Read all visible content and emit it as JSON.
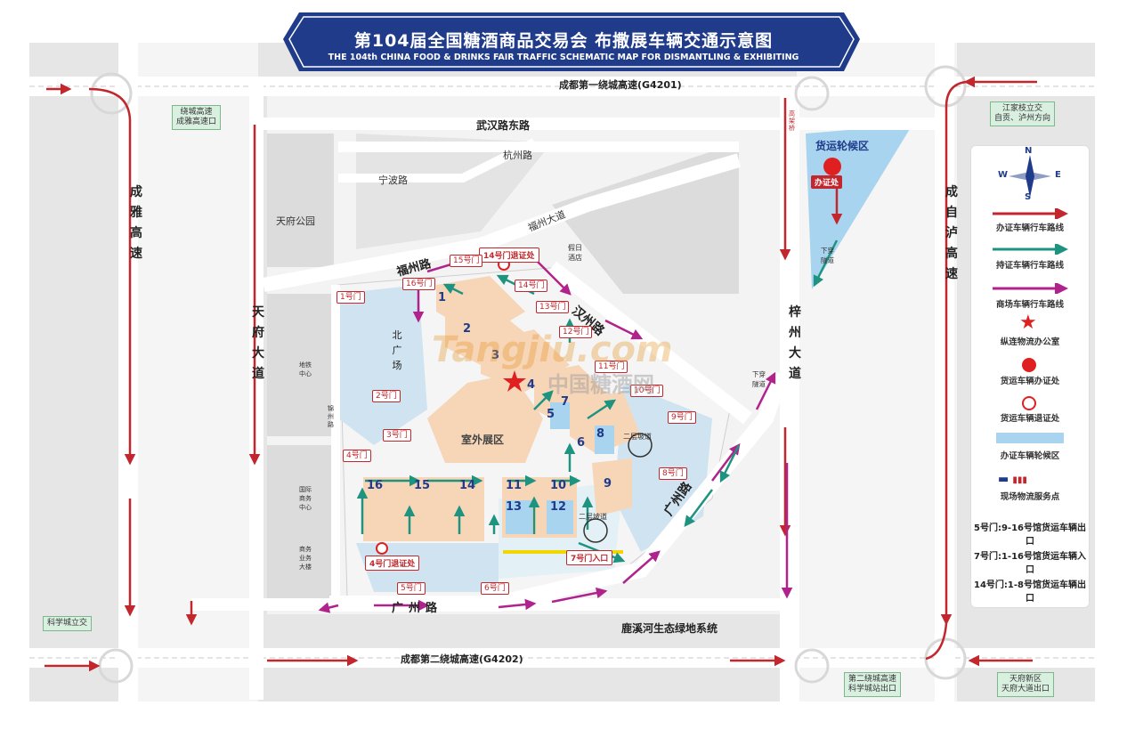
{
  "title": {
    "cn": "第104届全国糖酒商品交易会  布撒展车辆交通示意图",
    "en": "THE 104th CHINA FOOD & DRINKS FAIR  TRAFFIC SCHEMATIC MAP FOR DISMANTLING & EXHIBITING"
  },
  "roads": {
    "ring1": "成都第一绕城高速(G4201)",
    "ring2": "成都第二绕城高速(G4202)",
    "wuhan_east": "武汉路东路",
    "hangzhou": "杭州路",
    "ningbo": "宁波路",
    "fuzhou_ave": "福州大道",
    "fuzhou": "福州路",
    "hanzhou": "汉州路",
    "guangzhou_bottom": "广州路",
    "guangzhou_diag": "广州路",
    "tianfu": "天府大道",
    "chengya": "成雅高速",
    "chengzilu": "成自泸高速",
    "zizhou": "梓州大道",
    "jinzhou": "锦州路"
  },
  "places": {
    "tianfu_park": "天府公园",
    "holiday_hotel": "假日酒店",
    "north_plaza": "北广场",
    "outdoor_area": "室外展区",
    "luxi_green": "鹿溪河生态绿地系统",
    "freight_wait": "货运轮候区",
    "permit_office": "办证处",
    "gate14_exit": "14号门退证处",
    "gate4_exit": "4号门退证处",
    "gate7_entry": "7号门入口",
    "ramp1": "二层坡道",
    "ramp2": "二层坡道",
    "underpass1": "下穿隧道",
    "underpass2": "下穿隧道",
    "metro": "地铁中心",
    "intl_center": "国际商务中心",
    "biz_tower": "商务业务大楼",
    "viaduct": "高架桥"
  },
  "signs": {
    "top_left": "绕城高速\n成雅高速口",
    "top_right": "江家枝立交\n自贡、泸州方向",
    "bottom_left": "科学城立交",
    "bottom_mid": "第二绕城高速\n科学城站出口",
    "bottom_right": "天府新区\n天府大道出口"
  },
  "gates": [
    "1号门",
    "2号门",
    "3号门",
    "4号门",
    "5号门",
    "6号门",
    "7号门",
    "8号门",
    "9号门",
    "10号门",
    "11号门",
    "12号门",
    "13号门",
    "14号门",
    "15号门",
    "16号门"
  ],
  "halls": [
    "1",
    "2",
    "3",
    "4",
    "5",
    "6",
    "7",
    "8",
    "9",
    "10",
    "11",
    "12",
    "13",
    "14",
    "15",
    "16"
  ],
  "legend": {
    "compass": {
      "n": "N",
      "s": "S",
      "w": "W",
      "e": "E"
    },
    "items": [
      {
        "label": "办证车辆行车路线",
        "color": "#c1272d"
      },
      {
        "label": "持证车辆行车路线",
        "color": "#1e9480"
      },
      {
        "label": "商场车辆行车路线",
        "color": "#b0238c"
      },
      {
        "label": "纵连物流办公室",
        "color": "#e02020"
      },
      {
        "label": "货运车辆办证处",
        "color": "#e02020"
      },
      {
        "label": "货运车辆退证处",
        "color": "#e02020"
      },
      {
        "label": "办证车辆轮候区",
        "color": "#a8d4f0"
      },
      {
        "label": "现场物流服务点",
        "color": "#1f3b8a"
      }
    ],
    "notes": [
      "5号门:9-16号馆货运车辆出口",
      "7号门:1-16号馆货运车辆入口",
      "14号门:1-8号馆货运车辆出口"
    ]
  },
  "watermark": {
    "en": "Tangjiu.com",
    "cn": "中国糖酒网"
  },
  "colors": {
    "red": "#c1272d",
    "teal": "#1e9480",
    "magenta": "#b0238c",
    "navy": "#1f3b8a",
    "hall": "#f7d6b8",
    "water": "#cfe4f0"
  }
}
